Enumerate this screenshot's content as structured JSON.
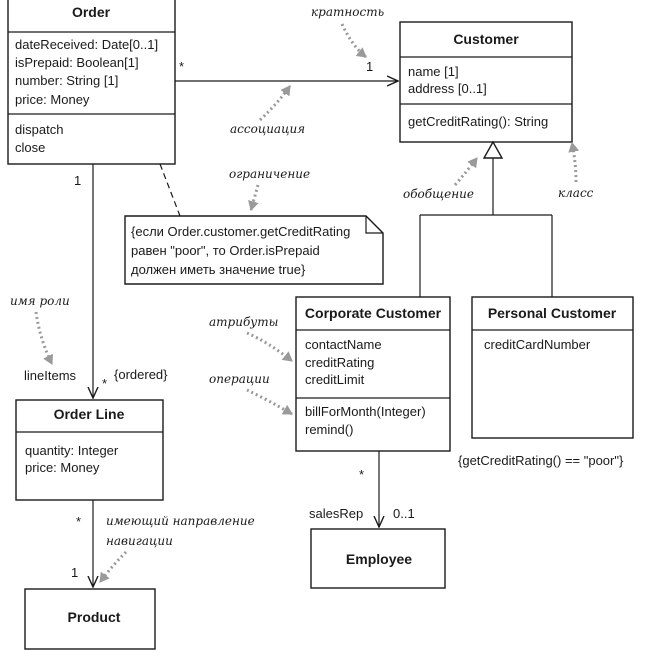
{
  "classes": {
    "order": {
      "name": "Order",
      "attributes": [
        "dateReceived: Date[0..1]",
        "isPrepaid: Boolean[1]",
        "number: String [1]",
        "price: Money"
      ],
      "operations": [
        "dispatch",
        "close"
      ]
    },
    "customer": {
      "name": "Customer",
      "attributes": [
        "name [1]",
        "address [0..1]"
      ],
      "operations": [
        "getCreditRating(): String"
      ]
    },
    "corporate_customer": {
      "name": "Corporate Customer",
      "attributes": [
        "contactName",
        "creditRating",
        "creditLimit"
      ],
      "operations": [
        "billForMonth(Integer)",
        "remind()"
      ]
    },
    "personal_customer": {
      "name": "Personal Customer",
      "attributes": [
        "creditCardNumber"
      ]
    },
    "order_line": {
      "name": "Order Line",
      "attributes": [
        "quantity: Integer",
        "price: Money"
      ]
    },
    "employee": {
      "name": "Employee"
    },
    "product": {
      "name": "Product"
    }
  },
  "note": {
    "lines": [
      "{если Order.customer.getCreditRating",
      "равен \"poor\", то Order.isPrepaid",
      "должен иметь значение true}"
    ]
  },
  "labels": {
    "order_customer_mult_order": "*",
    "order_customer_mult_customer": "1",
    "order_lines_mult_order": "1",
    "order_lines_role": "lineItems",
    "order_lines_mult_line": "*",
    "order_lines_constraint": "{ordered}",
    "line_product_mult_line": "*",
    "line_product_mult_product": "1",
    "corp_employee_mult_corp": "*",
    "corp_employee_role": "salesRep",
    "corp_employee_mult_employee": "0..1",
    "personal_constraint": "{getCreditRating() == \"poor\"}"
  },
  "annotations": {
    "multiplicity": "кратность",
    "association": "ассоциация",
    "constraint": "ограничение",
    "generalization": "обобщение",
    "class": "класс",
    "role_name": "имя роли",
    "attributes": "атрибуты",
    "operations": "операции",
    "navigability_line1": "имеющий направление",
    "navigability_line2": "навигации"
  }
}
